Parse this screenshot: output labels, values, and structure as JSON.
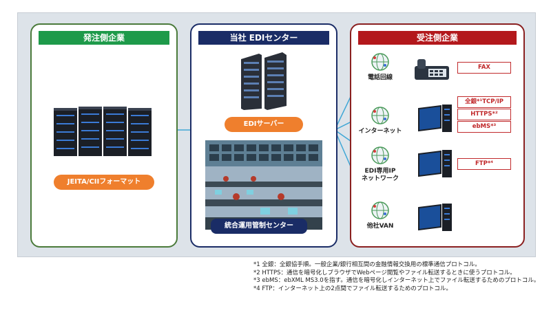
{
  "panels": {
    "left": {
      "title": "発注側企業",
      "format_label": "JEITA/CIIフォーマット"
    },
    "middle": {
      "title": "当社 EDIセンター",
      "server_label": "EDIサーバー",
      "ops_label": "統合運用管制センター"
    },
    "right": {
      "title": "受注側企業",
      "networks": [
        {
          "label_lines": [
            "電話回線"
          ]
        },
        {
          "label_lines": [
            "インターネット"
          ]
        },
        {
          "label_lines": [
            "EDI専用IP",
            "ネットワーク"
          ]
        },
        {
          "label_lines": [
            "他社VAN"
          ]
        }
      ],
      "protocols": {
        "fax": "FAX",
        "tcpip": {
          "text": "全銀*¹TCP/IP"
        },
        "https": {
          "text": "HTTPS*²"
        },
        "ebms": {
          "text": "ebMS*³"
        },
        "ftp": {
          "text": "FTP*⁴"
        }
      }
    }
  },
  "notes": [
    "*1 全銀：全銀協手順。一般企業/銀行相互間の金融情報交換用の標準通信プロトコル。",
    "*2 HTTPS：通信を暗号化しブラウザでWebページ閲覧やファイル転送するときに使うプロトコル。",
    "*3 ebMS：ebXML MS3.0を指す。通信を暗号化しインターネット上でファイル転送するためのプロトコル。",
    "*4 FTP：インターネット上の2点間でファイル転送するためのプロトコル。"
  ],
  "colors": {
    "left_accent": "#1e9a4a",
    "middle_accent": "#1a2c66",
    "right_accent": "#b3181c",
    "pill": "#ef7f2d",
    "line": "#3fa7d6"
  }
}
